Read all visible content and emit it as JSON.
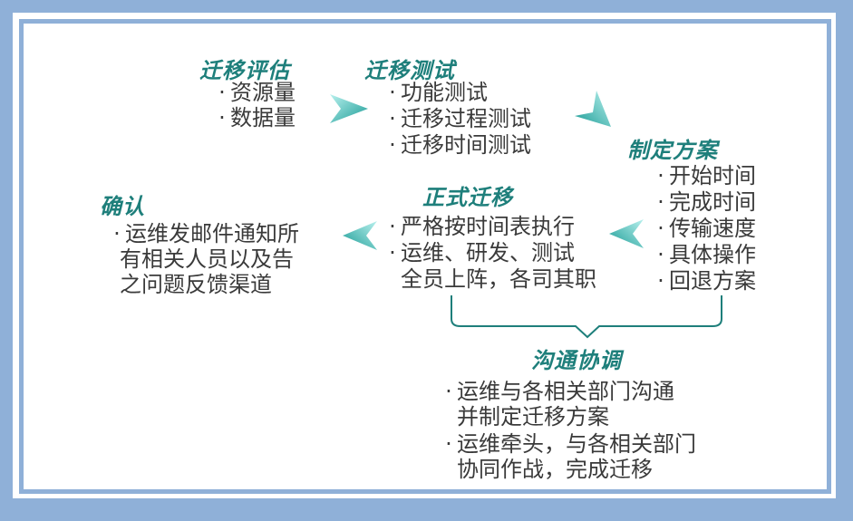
{
  "colors": {
    "background": "#8fb0d8",
    "title": "#1e7f7b",
    "text": "#3a3a3a",
    "arrow": "#38b9b3"
  },
  "bullet": "·",
  "sections": {
    "evaluate": {
      "title": "迁移评估",
      "items": [
        "资源量",
        "数据量"
      ]
    },
    "test": {
      "title": "迁移测试",
      "items": [
        "功能测试",
        "迁移过程测试",
        "迁移时间测试"
      ]
    },
    "plan": {
      "title": "制定方案",
      "items": [
        "开始时间",
        "完成时间",
        "传输速度",
        "具体操作",
        "回退方案"
      ]
    },
    "migrate": {
      "title": "正式迁移",
      "items": [
        "严格按时间表执行",
        "运维、研发、测试",
        "全员上阵，各司其职"
      ]
    },
    "confirm": {
      "title": "确认",
      "lines": [
        "运维发邮件通知所",
        "有相关人员以及告",
        "之问题反馈渠道"
      ]
    },
    "communicate": {
      "title": "沟通协调",
      "lines": [
        "运维与各相关部门沟通",
        "并制定迁移方案",
        "运维牵头，与各相关部门",
        "协同作战，完成迁移"
      ]
    }
  }
}
